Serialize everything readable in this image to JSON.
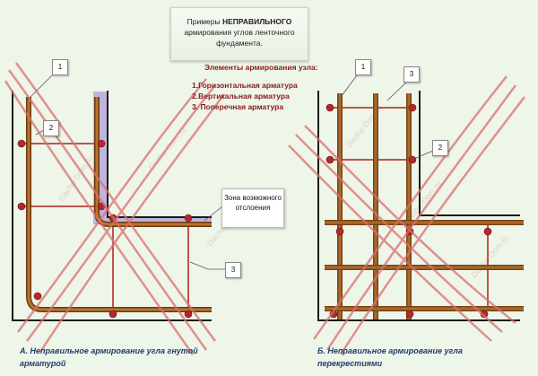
{
  "title": {
    "prefix": "Примеры ",
    "emphasis": "НЕПРАВИЛЬНОГО",
    "rest": "армирования углов ленточного фундамента."
  },
  "legend": {
    "heading": "Элементы армирования узла:",
    "items": [
      "1.Горизонтальная арматура",
      "2.Вертикальная арматура",
      "3. Поперечная арматура"
    ]
  },
  "zone_label": "Зона возможного отслоения",
  "callouts": {
    "a1": "1",
    "a2": "2",
    "a3": "3",
    "b1": "1",
    "b2": "2",
    "b3": "3"
  },
  "captions": {
    "a": "А. Неправильное армирование угла гнутой арматурой",
    "b": "Б. Неправильное армирование угла перекрестиями"
  },
  "watermark": "Dacha-Dom.ru",
  "colors": {
    "background": "#eef5e9",
    "rebar": "#9a5a1e",
    "rebar_edge": "#6b3a10",
    "joint": "#b02a2a",
    "tie": "#b31c1c",
    "cross": "#d9706e",
    "delamination_zone": "#b7a8dc",
    "wall": "#1a1a1a",
    "caption": "#1f3c6e"
  }
}
